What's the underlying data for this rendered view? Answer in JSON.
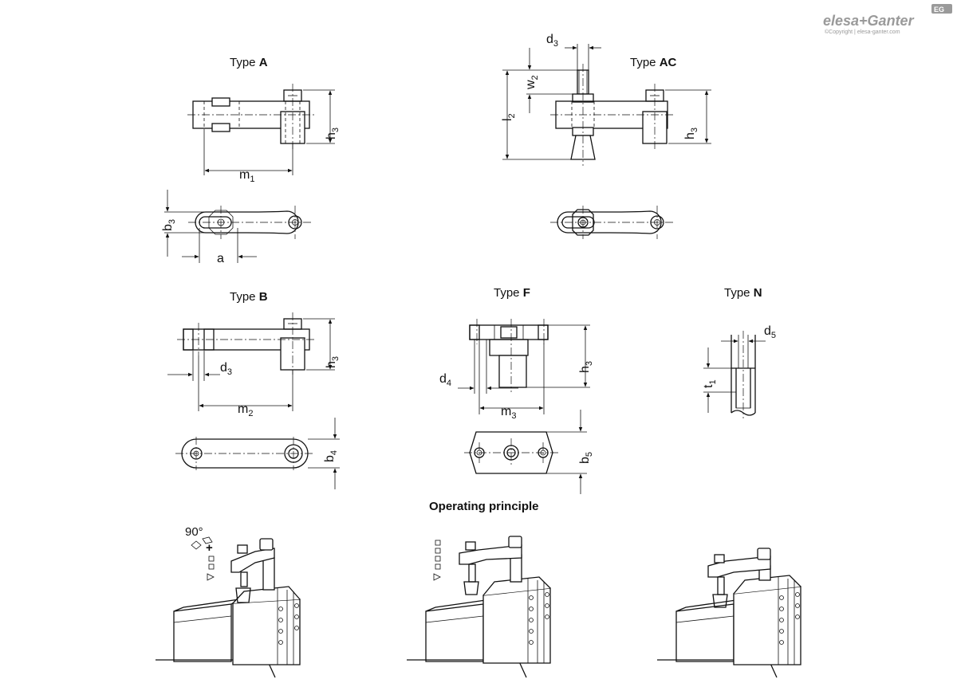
{
  "brand": {
    "logo_text": "elesa+Ganter",
    "copyright": "©Copyright | elesa-ganter.com",
    "badge": "EG"
  },
  "types": {
    "A": {
      "prefix": "Type ",
      "letter": "A"
    },
    "AC": {
      "prefix": "Type ",
      "letter": "AC"
    },
    "B": {
      "prefix": "Type ",
      "letter": "B"
    },
    "F": {
      "prefix": "Type ",
      "letter": "F"
    },
    "N": {
      "prefix": "Type ",
      "letter": "N"
    }
  },
  "dims": {
    "m1": {
      "base": "m",
      "sub": "1"
    },
    "h3": {
      "base": "h",
      "sub": "3"
    },
    "b3": {
      "base": "b",
      "sub": "3"
    },
    "a": {
      "base": "a",
      "sub": ""
    },
    "d3": {
      "base": "d",
      "sub": "3"
    },
    "w2": {
      "base": "w",
      "sub": "2"
    },
    "l2": {
      "base": "l",
      "sub": "2"
    },
    "m2": {
      "base": "m",
      "sub": "2"
    },
    "b4": {
      "base": "b",
      "sub": "4"
    },
    "d4": {
      "base": "d",
      "sub": "4"
    },
    "m3": {
      "base": "m",
      "sub": "3"
    },
    "b5": {
      "base": "b",
      "sub": "5"
    },
    "d5": {
      "base": "d",
      "sub": "5"
    },
    "t1": {
      "base": "t",
      "sub": "1"
    }
  },
  "operating": {
    "title": "Operating principle",
    "angle": "90°",
    "plus": "+"
  }
}
